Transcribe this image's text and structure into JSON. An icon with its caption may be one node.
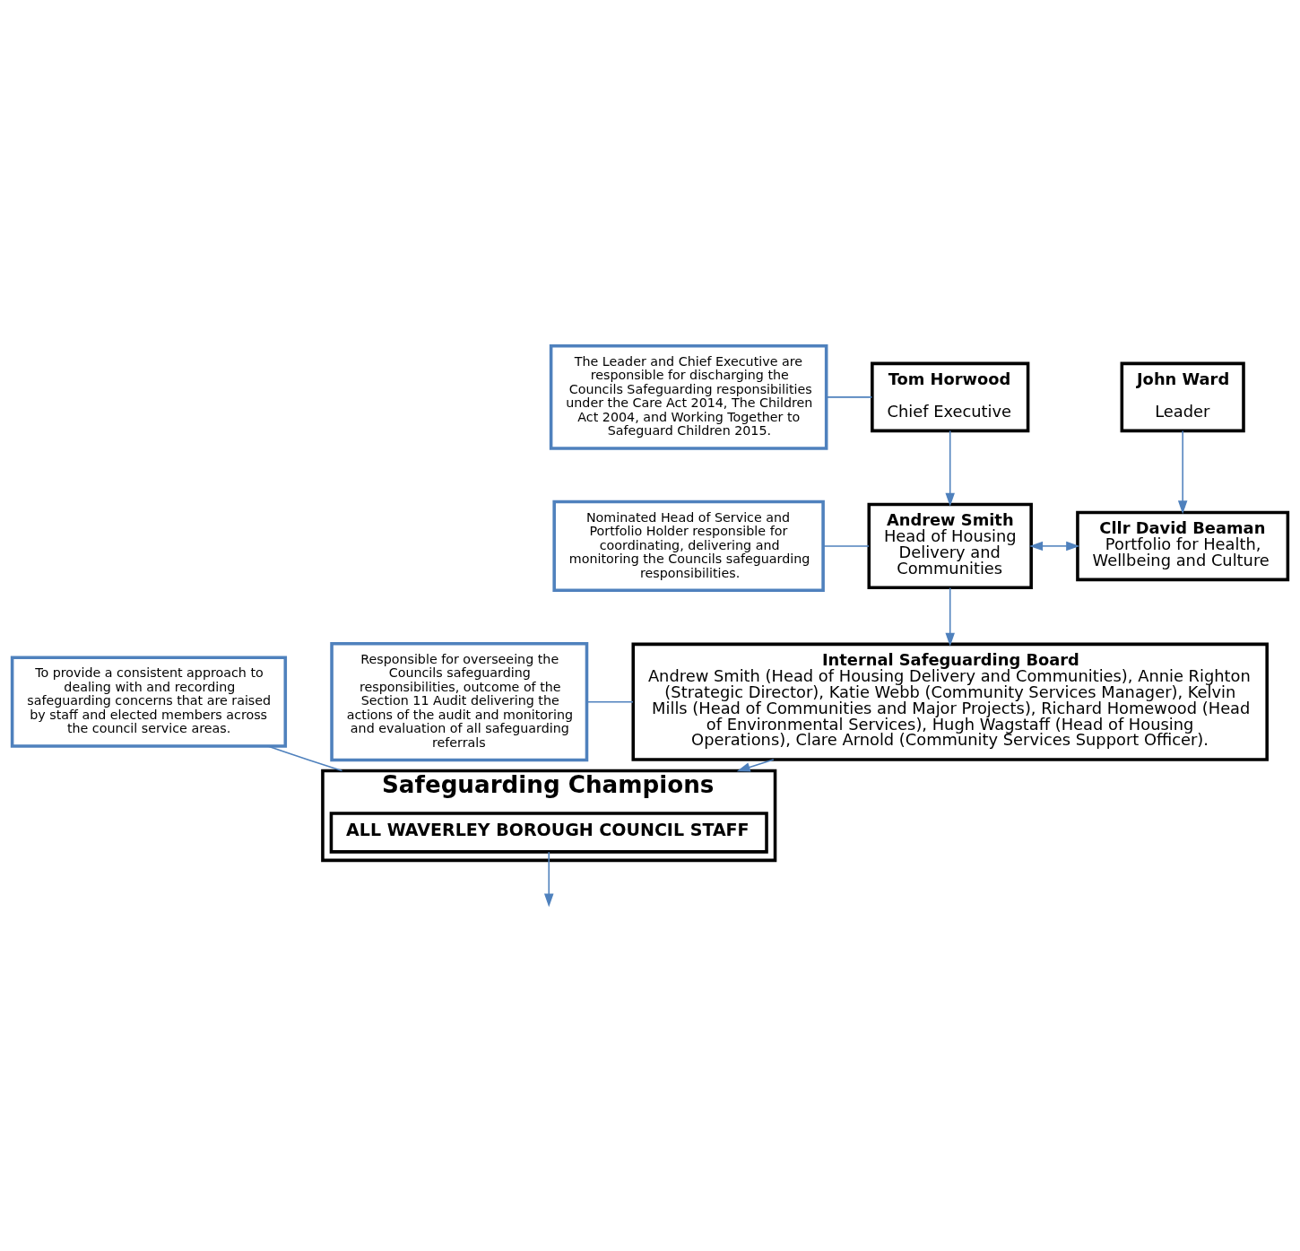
{
  "diagram": {
    "nodes": [
      {
        "text": [
          "The Leader and Chief Executive are responsible for discharging the Councils Safeguarding responsibilities under the Care Act 2014, The Children Act 2004, and Working Together to Safeguard Children 2015."
        ]
      },
      {
        "text": [
          "Tom Horwood",
          "Chief Executive"
        ]
      },
      {
        "text": [
          "John Ward",
          "Leader"
        ]
      },
      {
        "text": [
          "Nominated Head of Service and Portfolio Holder responsible for coordinating, delivering and monitoring the Councils safeguarding responsibilities."
        ]
      },
      {
        "text": [
          "Andrew Smith",
          "Head of Housing Delivery and Communities"
        ]
      },
      {
        "text": [
          "Cllr David Beaman",
          "Portfolio for Health, Wellbeing and Culture"
        ]
      },
      {
        "text": [
          "Internal Safeguarding Board",
          "Andrew Smith (Head of Housing Delivery and Communities), Annie Righton (Strategic Director), Katie Webb (Community Services Manager), Kelvin Mills (Head of Communities and Major Projects), Richard Homewood (Head of Environmental Services), Hugh Wagstaff (Head of Housing Operations), Clare Arnold (Community Services Support Officer)."
        ]
      },
      {
        "text": [
          "Responsible for overseeing the Councils safeguarding responsibilities, outcome of the Section 11 Audit delivering the actions of the audit and monitoring and evaluation of all safeguarding referrals"
        ]
      },
      {
        "text": [
          "To provide a consistent approach to dealing with and recording safeguarding concerns that are raised by staff and elected members across the council service areas."
        ]
      },
      {
        "text": [
          "Safeguarding Champions"
        ]
      },
      {
        "text": [
          "ALL WAVERLEY BOROUGH COUNCIL STAFF"
        ],
        "in": 9
      }
    ],
    "edges": [
      {
        "from": 0,
        "to": 1,
        "arrow": "none"
      },
      {
        "from": 1,
        "to": 4,
        "arrow": "to"
      },
      {
        "from": 2,
        "to": 5,
        "arrow": "to"
      },
      {
        "from": 3,
        "to": 4,
        "arrow": "none"
      },
      {
        "from": 4,
        "to": 5,
        "arrow": "both"
      },
      {
        "from": 4,
        "to": 6,
        "arrow": "to"
      },
      {
        "from": 7,
        "to": 6,
        "arrow": "none"
      },
      {
        "from": 6,
        "to": 9,
        "arrow": "to"
      },
      {
        "from": 8,
        "to": 9,
        "arrow": "none"
      },
      {
        "from": 10,
        "to": null,
        "arrow": "to"
      }
    ]
  }
}
